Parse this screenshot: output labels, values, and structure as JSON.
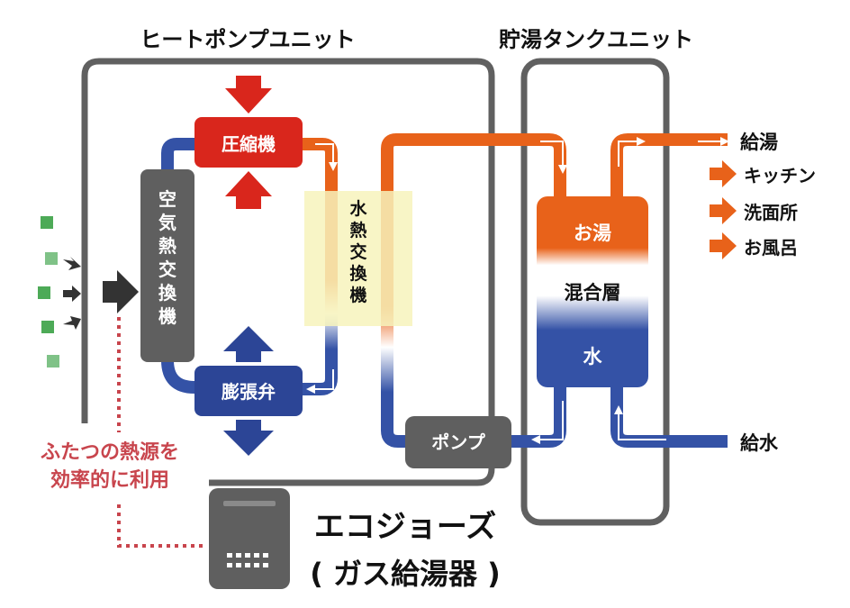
{
  "sections": {
    "heat_pump_unit": "ヒートポンプユニット",
    "storage_tank_unit": "貯湯タンクユニット"
  },
  "components": {
    "compressor": "圧縮機",
    "expansion_valve": "膨張弁",
    "air_heat_exchanger": [
      "空",
      "気",
      "熱",
      "交",
      "換",
      "機"
    ],
    "water_heat_exchanger": [
      "水",
      "熱",
      "交",
      "換",
      "機"
    ],
    "pump": "ポンプ"
  },
  "tank": {
    "hot_water": "お湯",
    "mixed_layer": "混合層",
    "water": "水"
  },
  "outputs": {
    "hot_water_supply": "給湯",
    "destinations": [
      "キッチン",
      "洗面所",
      "お風呂"
    ],
    "water_supply": "給水"
  },
  "note": {
    "line1": "ふたつの熱源を",
    "line2": "効率的に利用"
  },
  "gas_heater": {
    "name": "エコジョーズ",
    "subtitle": "( ガス給湯器 )"
  },
  "colors": {
    "hot": "#e8621a",
    "cold": "#3452a6",
    "compressor_red": "#d9261c",
    "valve_blue": "#2c4596",
    "unit_gray": "#5f5f5f",
    "outline_gray": "#606060",
    "air_green": "#4daa57",
    "note_red": "#c8454d",
    "exchanger_yellow": "#f7f3bc"
  }
}
